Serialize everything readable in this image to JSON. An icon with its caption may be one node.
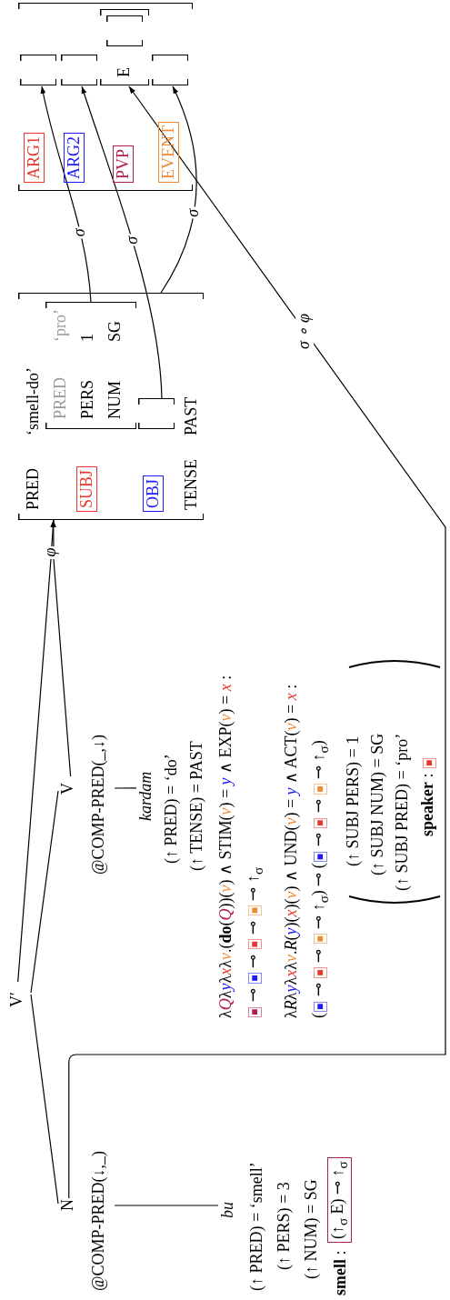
{
  "diagram": {
    "nodes": [
      {
        "text": [
          "V′"
        ]
      },
      {
        "text": [
          "N",
          "@COMP-PRED(↓,_)"
        ]
      },
      {
        "text": [
          "V",
          "@COMP-PRED(_,↓)"
        ]
      },
      {
        "text": [
          "bu",
          "(↑ PRED) = ‘smell’",
          "(↑ PERS) = 3",
          "(↑ NUM) = SG",
          "**smell** :",
          "(↑$_{σ}$ E) ⊸ ↑$_{σ}$"
        ]
      },
      {
        "text": [
          "kardam",
          "(↑ PRED) = ‘do’",
          "(↑ TENSE) = PAST",
          "λQλyλxλv.(**do**(Q))(v) ∧ STIM(v) = y ∧ EXP(v) = x :",
          "■ ⊸ ■ ⊸ ■ ⊸ ■ ⊸ ↑$_{σ}$",
          "λRλyλxλv.R(y)(x)(v) ∧ UND(v) = y ∧ ACT(v) = x :",
          "(■ ⊸ ■ ⊸ ■ ⊸ ↑$_{σ}$) ⊸ (■ ⊸ ■ ⊸ ■ ⊸ ↑$_{σ}$)",
          "(↑ SUBJ PERS) = 1",
          "(↑ SUBJ NUM) = SG",
          "(↑ SUBJ PRED) = ‘pro’",
          "**speaker** : ■"
        ]
      },
      {
        "text": [
          "PRED",
          "‘smell-do’",
          "SUBJ",
          "OBJ",
          "TENSE",
          "PAST"
        ]
      },
      {
        "text": [
          "PRED",
          "‘pro’",
          "PERS",
          "1",
          "NUM",
          "SG"
        ],
        "in": 5
      },
      {
        "text": [],
        "shape": "bracket",
        "in": 5
      },
      {
        "text": [
          "ARG1",
          "ARG2",
          "PVP",
          "EVENT"
        ]
      },
      {
        "text": [],
        "shape": "bracket",
        "in": 8
      },
      {
        "text": [],
        "shape": "bracket",
        "in": 8
      },
      {
        "text": [
          "E"
        ],
        "in": 8
      },
      {
        "text": [],
        "shape": "bracket",
        "in": 11
      },
      {
        "text": [],
        "shape": "bracket",
        "in": 8
      }
    ],
    "edges": [
      {
        "from": 0,
        "to": 1,
        "arrow": "none"
      },
      {
        "from": 0,
        "to": 2,
        "arrow": "none"
      },
      {
        "from": 1,
        "to": 3,
        "arrow": "none"
      },
      {
        "from": 2,
        "to": 4,
        "arrow": "none"
      },
      {
        "from": 0,
        "to": 5,
        "arrow": "to",
        "label": "φ"
      },
      {
        "from": 2,
        "to": 5,
        "arrow": "to"
      },
      {
        "from": 6,
        "to": 9,
        "arrow": "to",
        "label": "σ"
      },
      {
        "from": 7,
        "to": 10,
        "arrow": "to",
        "label": "σ"
      },
      {
        "from": 5,
        "to": 13,
        "arrow": "to",
        "label": "σ"
      },
      {
        "from": 1,
        "to": 11,
        "arrow": "to",
        "label": "σ ∘ φ"
      }
    ]
  }
}
